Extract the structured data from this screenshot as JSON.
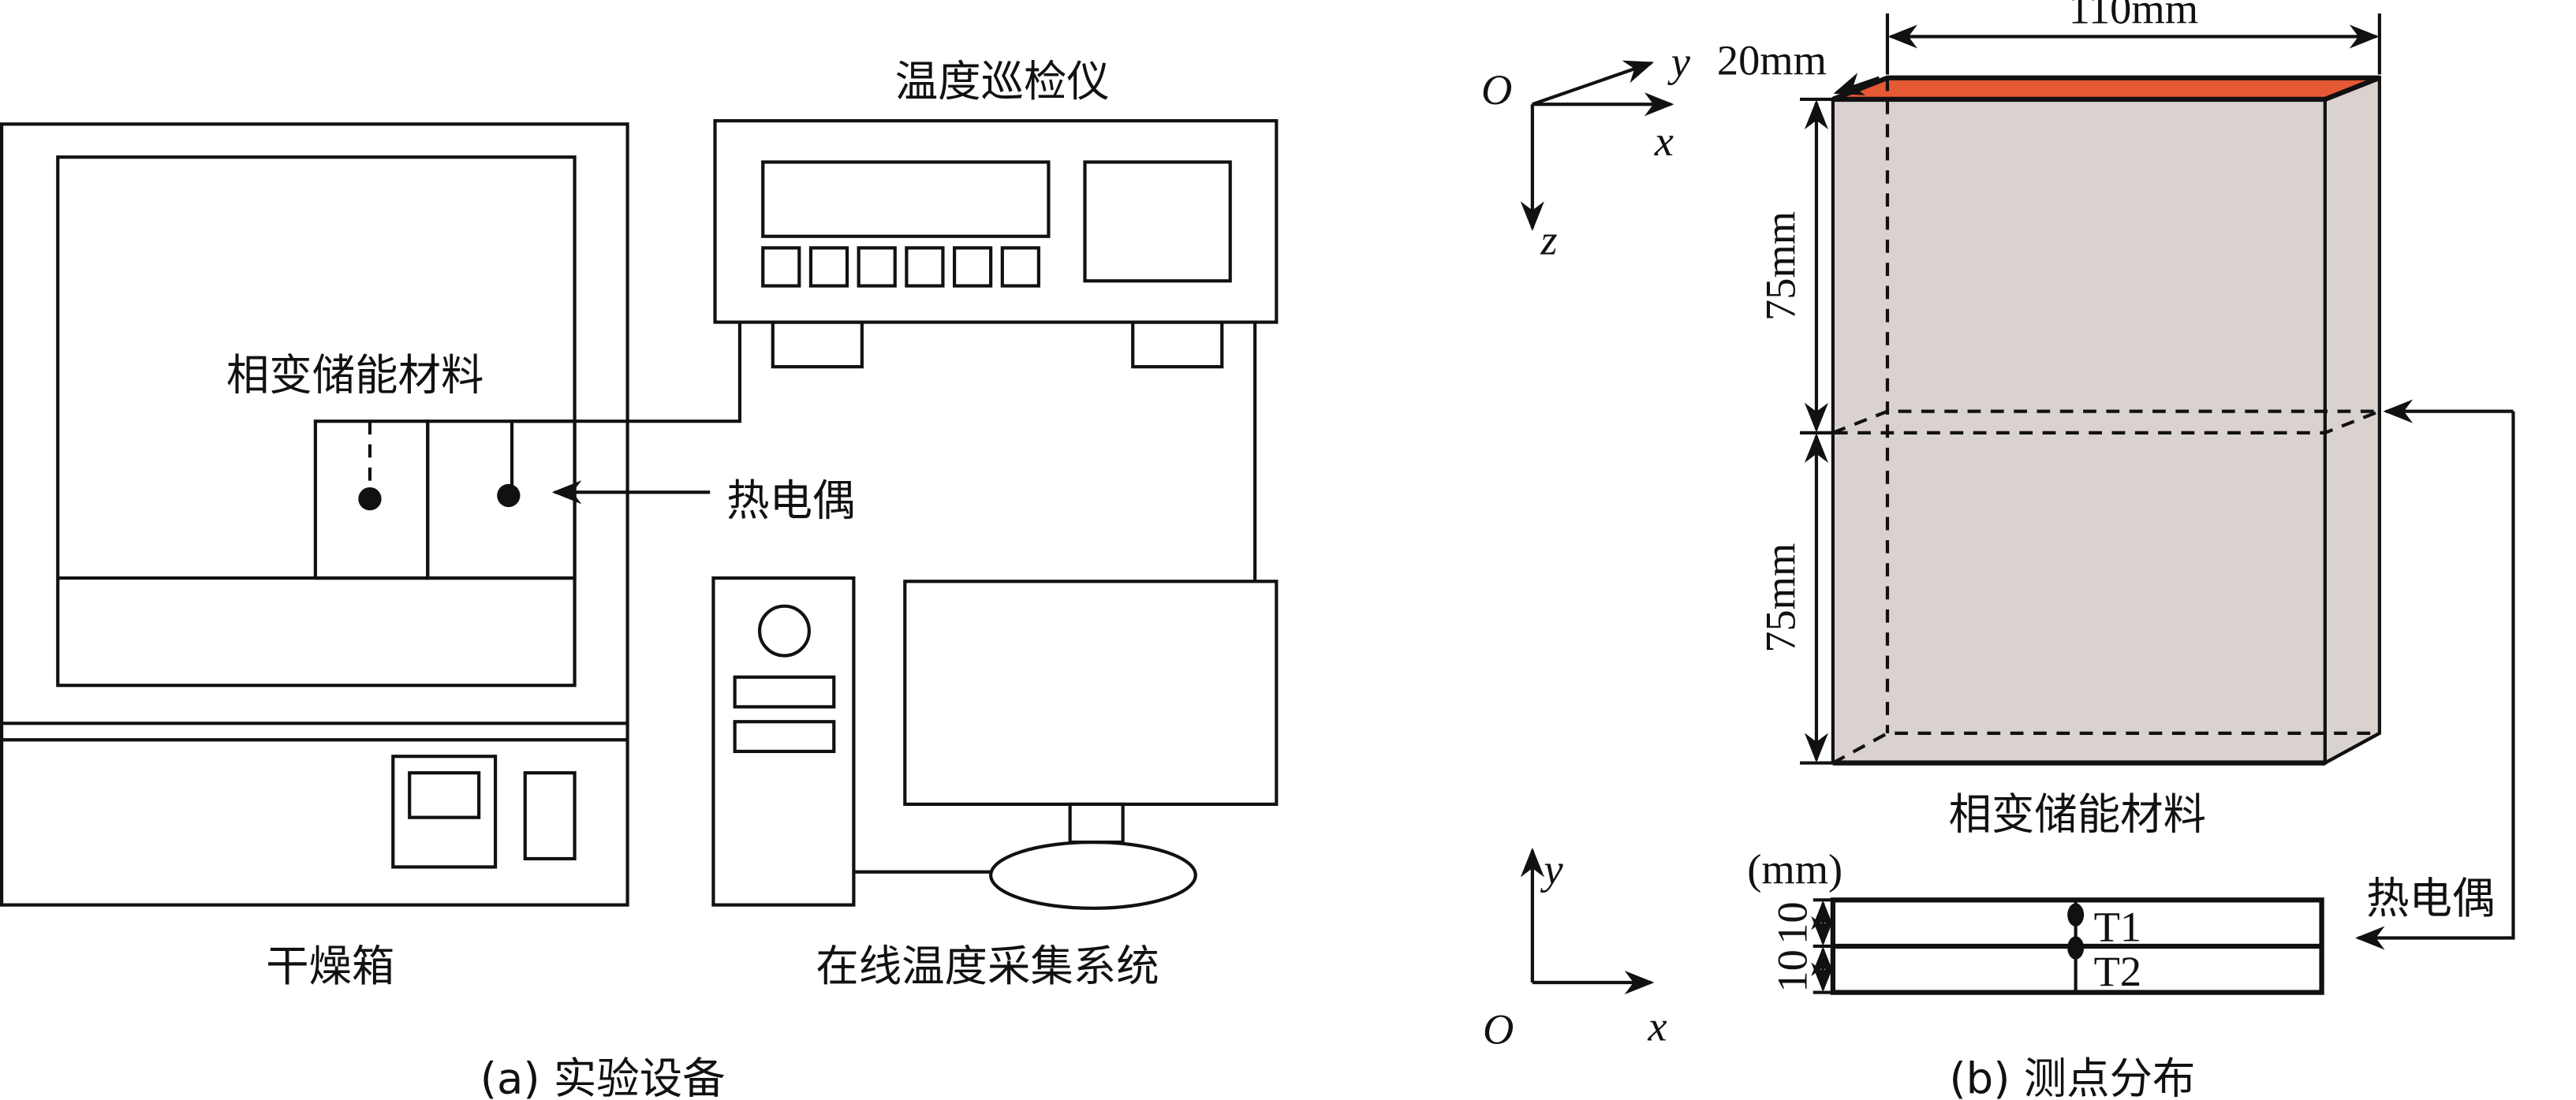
{
  "panel_a": {
    "caption": "(a) 实验设备",
    "inspector_label": "温度巡检仪",
    "pcm_label": "相变储能材料",
    "thermocouple_label": "热电偶",
    "oven_label": "干燥箱",
    "acquisition_label": "在线温度采集系统"
  },
  "panel_b": {
    "caption": "(b) 测点分布",
    "axis_3d": {
      "origin": "O",
      "x": "x",
      "y": "y",
      "z": "z"
    },
    "axis_2d": {
      "origin": "O",
      "x": "x",
      "y": "y"
    },
    "dim_width": "110mm",
    "dim_depth": "20mm",
    "dim_upper_height": "75mm",
    "dim_lower_height": "75mm",
    "pcm_label": "相变储能材料",
    "unit_label": "(mm)",
    "dim_section_upper": "10",
    "dim_section_lower": "10",
    "point_t1": "T1",
    "point_t2": "T2",
    "thermocouple_label": "热电偶"
  },
  "colors": {
    "top_face": "#E55A35",
    "block_fill": "#D9D2CF",
    "line": "#111111"
  }
}
